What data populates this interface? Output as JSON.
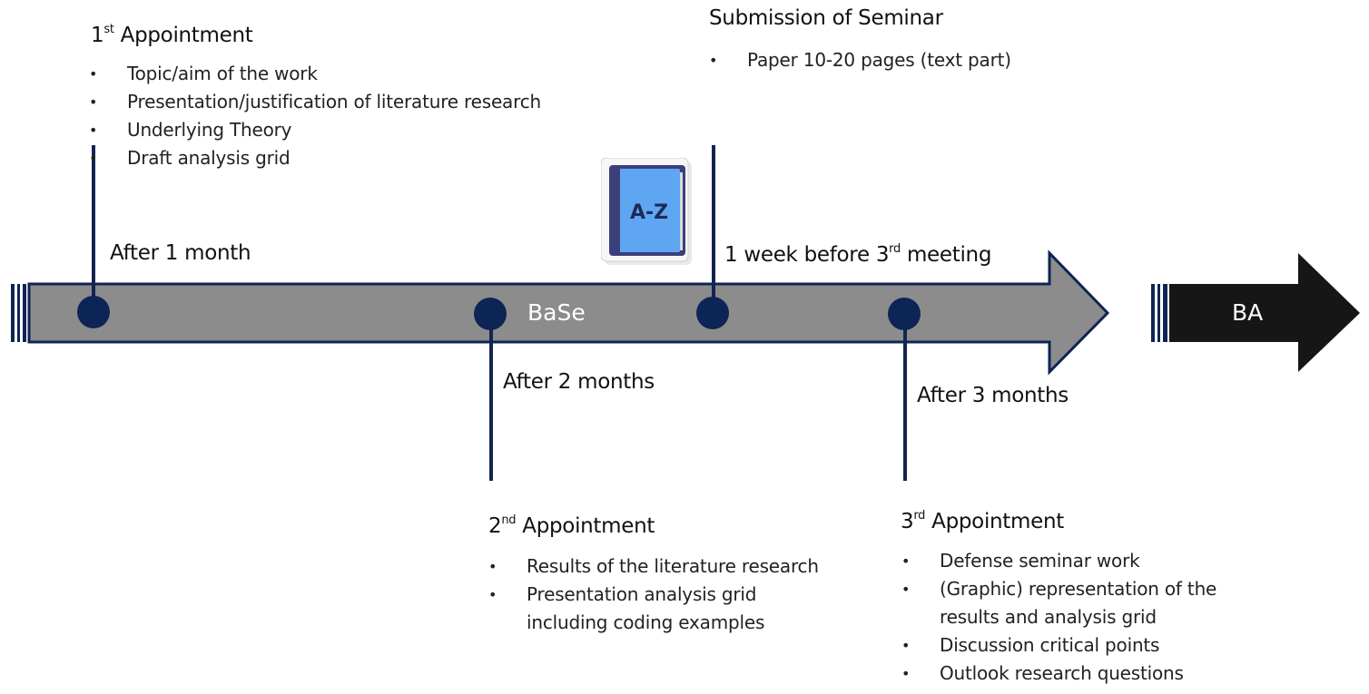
{
  "timeline": {
    "base_label": "BaSe",
    "ba_label": "BA",
    "colors": {
      "main_arrow_fill": "#8c8c8c",
      "main_arrow_stroke": "#0f2454",
      "ba_arrow_fill": "#161616",
      "marker_fill": "#0d2456",
      "connector": "#13254f",
      "book_cover": "#5fa6f2",
      "book_border": "#3b3f7a"
    }
  },
  "book": {
    "text": "A-Z",
    "icon": "dictionary-book-icon"
  },
  "milestones": {
    "m1": {
      "timing": "After 1 month",
      "heading_prefix": "1",
      "heading_sup": "st",
      "heading_rest": " Appointment",
      "bullets": [
        "Topic/aim of the work",
        "Presentation/justification of literature research",
        "Underlying Theory",
        "Draft analysis grid"
      ]
    },
    "m2": {
      "timing": "After 2 months",
      "heading_prefix": "2",
      "heading_sup": "nd",
      "heading_rest": " Appointment",
      "bullets": [
        "Results of the literature research",
        "Presentation analysis grid including coding examples"
      ]
    },
    "submission": {
      "timing_prefix": "1 week before 3",
      "timing_sup": "rd",
      "timing_rest": " meeting",
      "heading": "Submission of Seminar",
      "bullets": [
        "Paper 10-20 pages (text part)"
      ]
    },
    "m3": {
      "timing": "After 3 months",
      "heading_prefix": "3",
      "heading_sup": "rd",
      "heading_rest": " Appointment",
      "bullets": [
        "Defense seminar work",
        "(Graphic) representation of the results and analysis grid",
        "Discussion critical points",
        "Outlook research questions"
      ]
    }
  }
}
